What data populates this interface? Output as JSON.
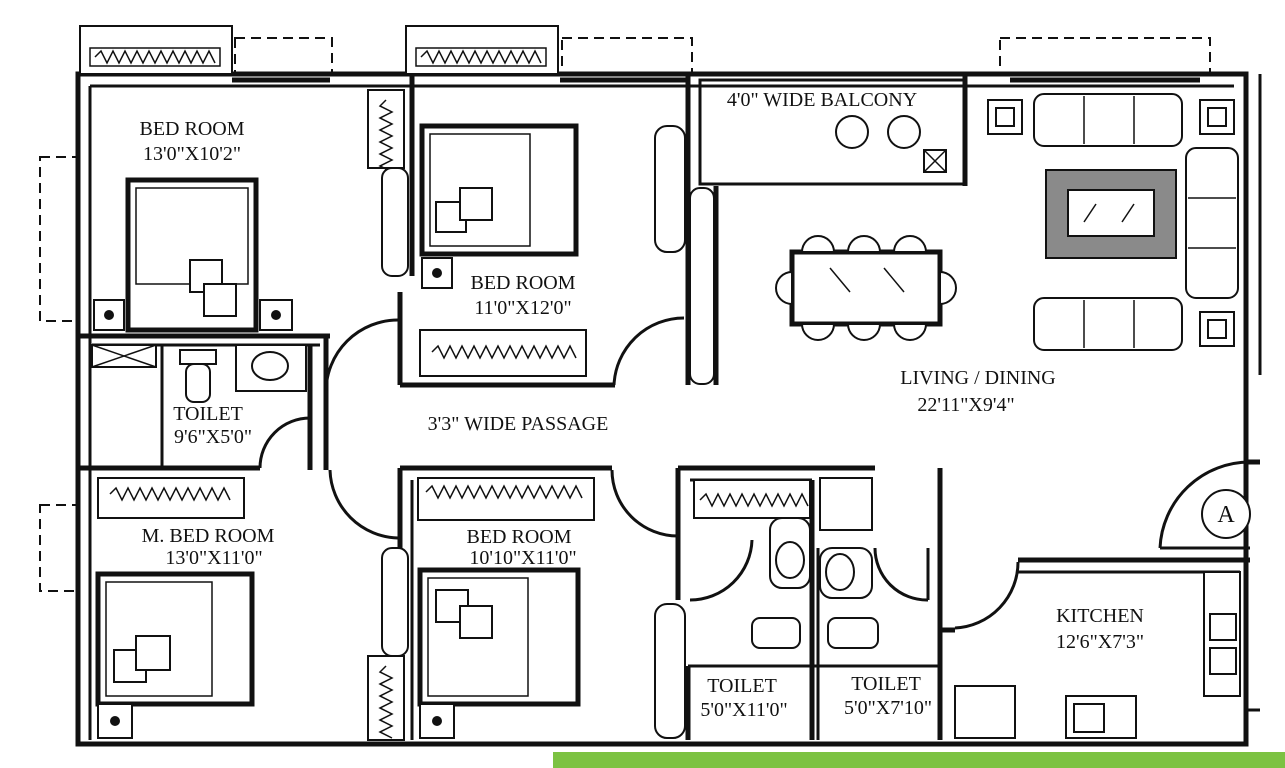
{
  "rooms": {
    "bed1": {
      "name": "BED ROOM",
      "size": "13'0\"X10'2\""
    },
    "bed2": {
      "name": "BED ROOM",
      "size": "11'0\"X12'0\""
    },
    "balcony": {
      "name": "4'0\" WIDE BALCONY"
    },
    "living": {
      "name": "LIVING / DINING",
      "size": "22'11\"X9'4\""
    },
    "toilet1": {
      "name": "TOILET",
      "size": "9'6\"X5'0\""
    },
    "passage": {
      "name": "3'3\" WIDE PASSAGE"
    },
    "mbed": {
      "name": "M. BED ROOM",
      "size": "13'0\"X11'0\""
    },
    "bed3": {
      "name": "BED ROOM",
      "size": "10'10\"X11'0\""
    },
    "kitchen": {
      "name": "KITCHEN",
      "size": "12'6\"X7'3\""
    },
    "toilet2": {
      "name": "TOILET",
      "size": "5'0\"X11'0\""
    },
    "toilet3": {
      "name": "TOILET",
      "size": "5'0\"X7'10\""
    }
  },
  "marker": {
    "label": "A"
  },
  "colors": {
    "walls": "#111111",
    "ground": "#7cc242",
    "background": "#ffffff"
  }
}
